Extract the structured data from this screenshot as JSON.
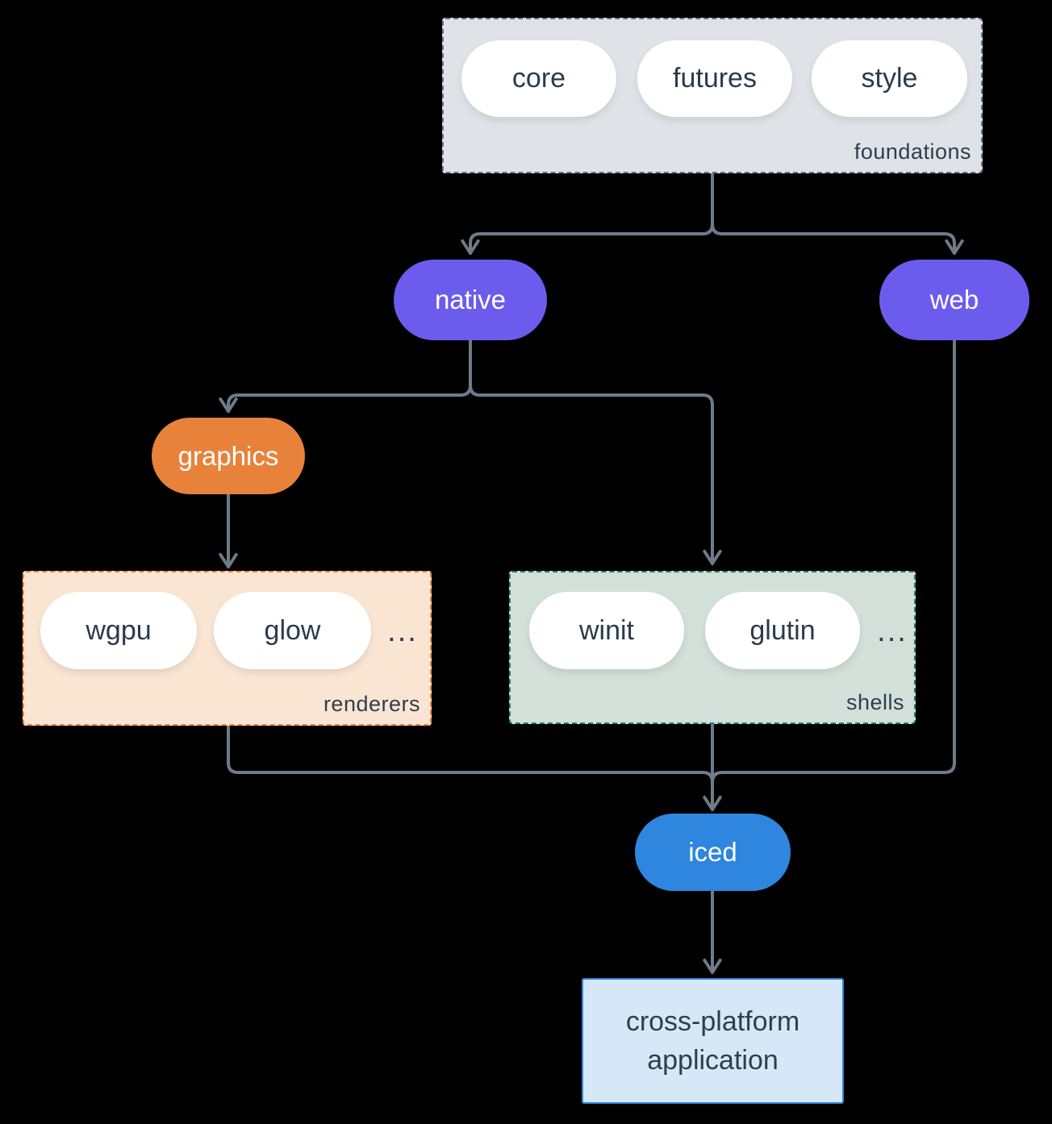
{
  "diagram": {
    "foundations": {
      "label": "foundations",
      "pills": [
        "core",
        "futures",
        "style"
      ]
    },
    "native": {
      "label": "native"
    },
    "web": {
      "label": "web"
    },
    "graphics": {
      "label": "graphics"
    },
    "renderers": {
      "label": "renderers",
      "pills": [
        "wgpu",
        "glow"
      ],
      "ellipsis": "..."
    },
    "shells": {
      "label": "shells",
      "pills": [
        "winit",
        "glutin"
      ],
      "ellipsis": "..."
    },
    "iced": {
      "label": "iced"
    },
    "application": {
      "label": "cross-platform application"
    },
    "colors": {
      "background": "#000000",
      "connector": "#6E7B8A",
      "node_purple": "#6B5CEE",
      "node_orange": "#E8823A",
      "node_blue": "#2E86DE",
      "foundations_fill": "#DFE3E7",
      "foundations_border": "#65758A",
      "renderers_fill": "#FAE5D3",
      "renderers_border": "#EE8435",
      "shells_fill": "#D3E0D9",
      "shells_border": "#1F7D6B",
      "application_fill": "#D6E8F7",
      "application_border": "#2E86DE",
      "dark_text": "#2B3A4A",
      "white_text": "#FFFFFF"
    }
  }
}
